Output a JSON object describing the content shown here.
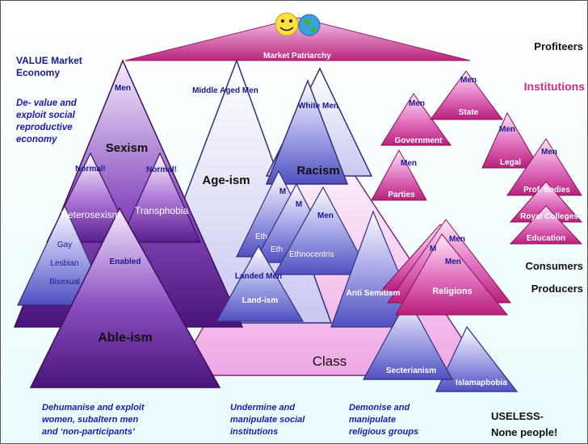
{
  "roof_label": "Market Patriarchy",
  "left_heading": "VALUE Market Economy",
  "left_heading_lines": [
    "VALUE Market",
    "Economy"
  ],
  "left_subheading_lines": [
    "De- value and",
    "exploit social",
    "reproductive",
    "economy"
  ],
  "right_labels": {
    "profiteers": "Profiteers",
    "institutions": "Institutions",
    "consumers": "Consumers",
    "producers": "Producers",
    "useless_lines": [
      "USELESS-",
      "None people!"
    ]
  },
  "bottom_captions": {
    "left_lines": [
      "Dehumanise and exploit",
      "women, subaltern men",
      "and ‘non-participants’"
    ],
    "middle_lines": [
      "Undermine  and",
      "manipulate social",
      "institutions"
    ],
    "right_lines": [
      "Demonise and",
      "manipulate",
      "religious groups"
    ]
  },
  "triangle_labels": {
    "men_sexism": "Men",
    "sexism": "Sexism",
    "normal_1": "Normal!",
    "normal_2": "Normal!",
    "heterosexism": "Heterosexism",
    "transphobia": "Transphobia",
    "gay": "Gay",
    "lesbian": "Lesbian",
    "bisexual": "Bisexual",
    "enabled": "Enabled",
    "ableism": "Able-ism",
    "middle_aged_men": "Middle Aged Men",
    "ageism": "Age-ism",
    "white_men": "White Men",
    "racism": "Racism",
    "m1": "M",
    "m2": "M",
    "men_ethno": "Men",
    "eth1": "Eth",
    "eth2": "Eth",
    "ethnocentrism": "Ethnocentris",
    "anti_semitism": "Anti Semitism",
    "landed_men": "Landed Men",
    "landism": "Land-ism",
    "class": "Class",
    "men_government": "Men",
    "government": "Government",
    "men_parties": "Men",
    "parties": "Parties",
    "men_state": "Men",
    "state": "State",
    "men_legal": "Men",
    "legal": "Legal",
    "men_prof": "Men",
    "prof_bodies": "Prof. bodies",
    "royal_colleges": "Royal Colleges",
    "education": "Education",
    "m_rel": "M",
    "men_rel1": "Men",
    "men_rel2": "Men",
    "religions": "Religions",
    "secterianism": "Secterianism",
    "islamaphobia": "Islamapbobia"
  },
  "colors": {
    "magenta": "#c8307c",
    "purple": "#5a1e8c",
    "navy": "#1a1a90",
    "pink_light": "#f4c2ec",
    "cyan_light": "#d4f4f8"
  }
}
